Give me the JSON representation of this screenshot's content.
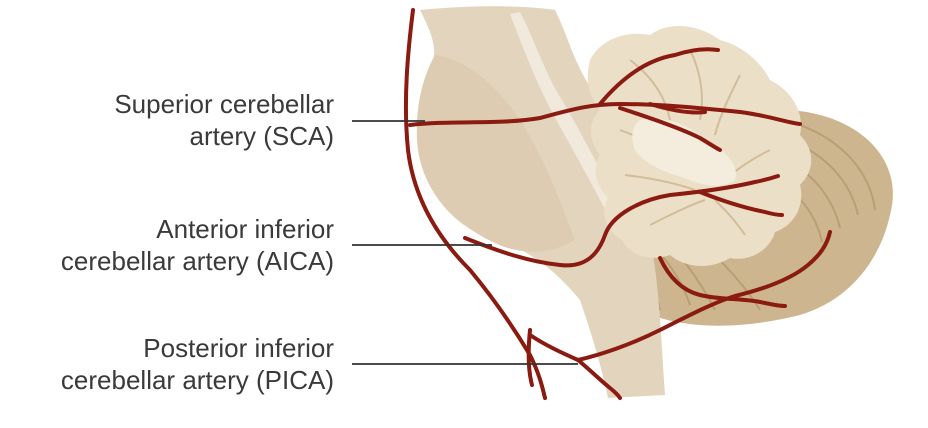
{
  "labels": {
    "sca": {
      "line1": "Superior cerebellar",
      "line2": "artery (SCA)"
    },
    "aica": {
      "line1": "Anterior inferior",
      "line2": "cerebellar artery (AICA)"
    },
    "pica": {
      "line1": "Posterior inferior",
      "line2": "cerebellar artery (PICA)"
    }
  },
  "colors": {
    "artery": "#8b1a10",
    "brainstem": "#e6d8c3",
    "brainstem_shadow": "#d9c8ae",
    "cerebellum_light": "#ede1cc",
    "cerebellum_folia": "#d3bd98",
    "cerebellum_dark": "#c9b08a",
    "leader_line": "#333333",
    "text": "#3a3a3a"
  }
}
